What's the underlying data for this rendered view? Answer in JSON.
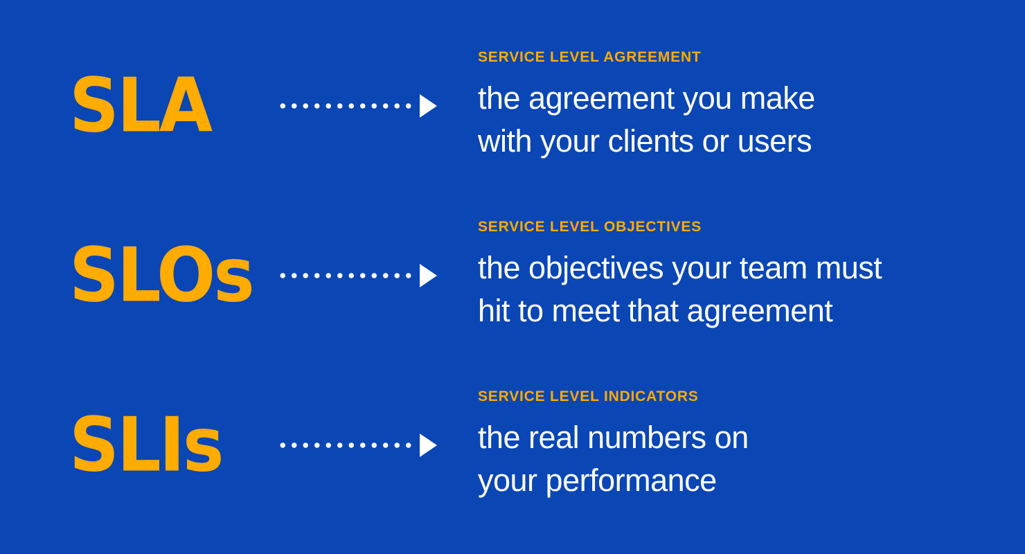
{
  "colors": {
    "bg": "#0A46B4",
    "accent": "#FFAB00",
    "text": "#FFFFFF"
  },
  "rows": [
    {
      "acronym": "SLA",
      "label": "SERVICE LEVEL AGREEMENT",
      "line1": "the agreement you make",
      "line2": "with your clients or users"
    },
    {
      "acronym": "SLOs",
      "label": "SERVICE LEVEL OBJECTIVES",
      "line1": "the objectives your team must",
      "line2": "hit to meet that agreement"
    },
    {
      "acronym": "SLIs",
      "label": "SERVICE LEVEL INDICATORS",
      "line1": "the real numbers on",
      "line2": "your performance"
    }
  ]
}
